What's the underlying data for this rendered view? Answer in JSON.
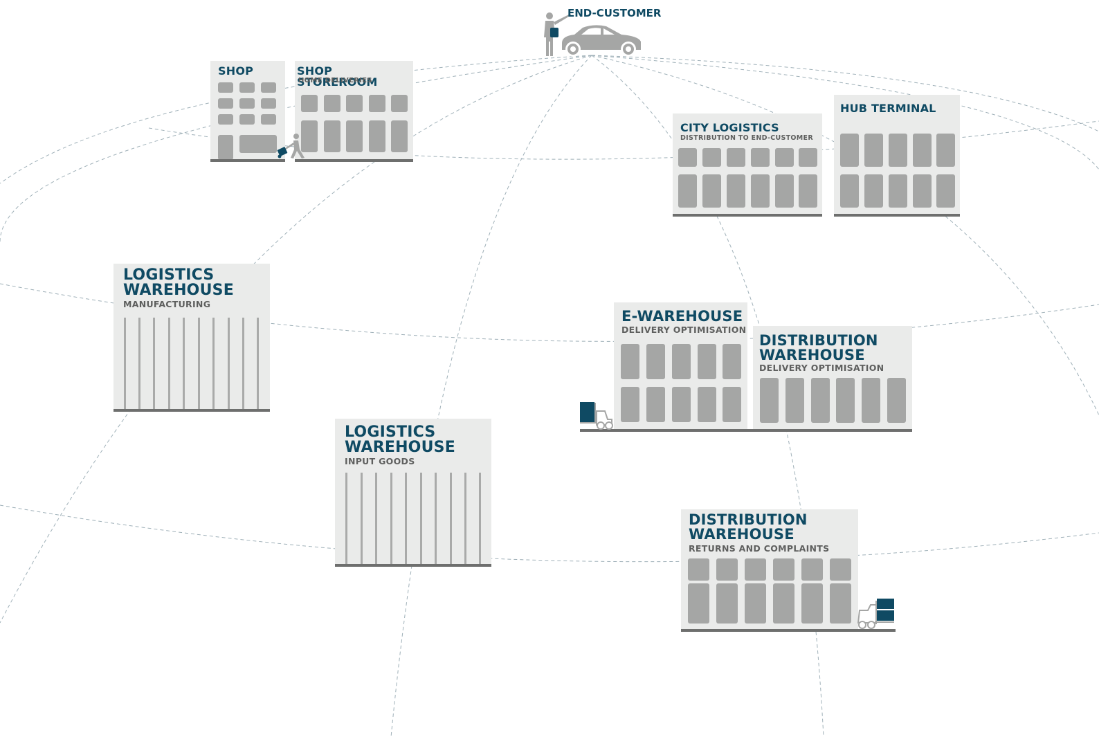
{
  "end_customer": {
    "label": "END-CUSTOMER"
  },
  "shop": {
    "title": "SHOP"
  },
  "shop_storeroom": {
    "title": "SHOP STOREROOM",
    "subtitle": "HOME DELIVERIES"
  },
  "city_logistics": {
    "title": "CITY LOGISTICS",
    "subtitle": "DISTRIBUTION TO END-CUSTOMER"
  },
  "hub_terminal": {
    "title": "HUB TERMINAL"
  },
  "logistics_manufacturing": {
    "title_line1": "LOGISTICS",
    "title_line2": "WAREHOUSE",
    "subtitle": "MANUFACTURING"
  },
  "e_warehouse": {
    "title": "E-WAREHOUSE",
    "subtitle": "DELIVERY OPTIMISATION"
  },
  "distribution_optimisation": {
    "title_line1": "DISTRIBUTION",
    "title_line2": "WAREHOUSE",
    "subtitle": "DELIVERY OPTIMISATION"
  },
  "logistics_input": {
    "title_line1": "LOGISTICS",
    "title_line2": "WAREHOUSE",
    "subtitle": "INPUT GOODS"
  },
  "distribution_returns": {
    "title_line1": "DISTRIBUTION",
    "title_line2": "WAREHOUSE",
    "subtitle": "RETURNS AND COMPLAINTS"
  },
  "colors": {
    "accent": "#0f4a63",
    "building": "#eaebea",
    "tile": "#a5a6a5",
    "base": "#6e6f6e",
    "grid_line": "#9fb0b8"
  },
  "icons": [
    "person-with-car-icon",
    "person-with-trolley-icon",
    "forklift-icon"
  ]
}
